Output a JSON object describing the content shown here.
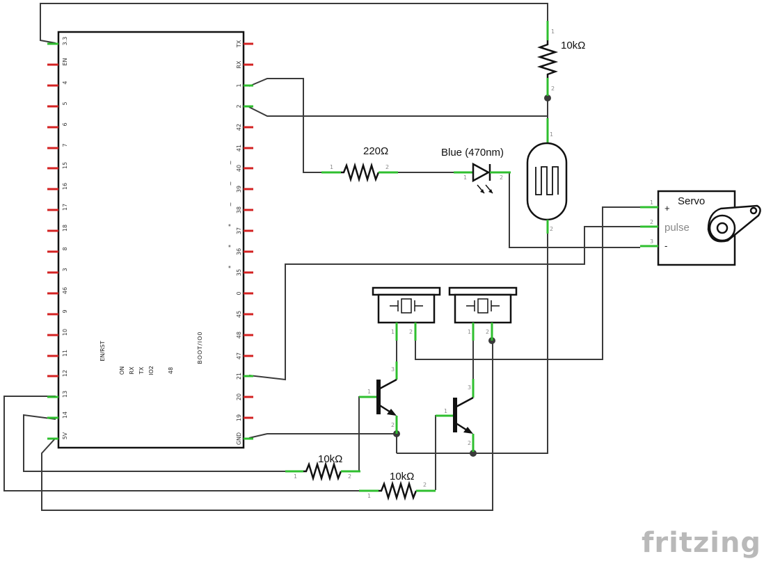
{
  "mcu": {
    "left_pins": [
      "3.3",
      "EN",
      "4",
      "5",
      "6",
      "7",
      "15",
      "16",
      "17",
      "18",
      "8",
      "3",
      "46",
      "9",
      "10",
      "11",
      "12",
      "13",
      "14",
      "5V"
    ],
    "right_pins": [
      "TX",
      "RX",
      "1",
      "2",
      "42",
      "41",
      "40",
      "39",
      "38",
      "37",
      "36",
      "35",
      "0",
      "45",
      "48",
      "47",
      "21",
      "20",
      "19",
      "GND"
    ],
    "right_marks": [
      "",
      "",
      "",
      "",
      "",
      "",
      "~",
      "~",
      "~",
      "*",
      "*",
      "*",
      "",
      "",
      "",
      "",
      "",
      "",
      "",
      ""
    ],
    "leds": [
      "EN/RST",
      "ON",
      "RX",
      "TX",
      "IO2",
      "48"
    ],
    "boot_label": "BOOT/IO0"
  },
  "resistor_top": {
    "value": "10kΩ",
    "pin1": "1",
    "pin2": "2"
  },
  "resistor_led": {
    "value": "220Ω",
    "pin1": "1",
    "pin2": "2"
  },
  "led": {
    "value": "Blue (470nm)",
    "pin1": "1",
    "pin2": "2"
  },
  "ldr": {
    "pin1": "1",
    "pin2": "2"
  },
  "servo": {
    "title": "Servo",
    "plus": "+",
    "pulse": "pulse",
    "minus": "-",
    "pin1": "1",
    "pin2": "2",
    "pin3": "3"
  },
  "buzzer1": {
    "pin1": "1",
    "pin2": "2"
  },
  "buzzer2": {
    "pin1": "1",
    "pin2": "2"
  },
  "transistor1": {
    "pin1": "1",
    "pin2": "2",
    "pin3": "3"
  },
  "transistor2": {
    "pin1": "1",
    "pin2": "2",
    "pin3": "3"
  },
  "resistor_b1": {
    "value": "10kΩ",
    "pin1": "1",
    "pin2": "2"
  },
  "resistor_b2": {
    "value": "10kΩ",
    "pin1": "1",
    "pin2": "2"
  },
  "logo": "fritzing",
  "colors": {
    "wire": "#3a3a3a",
    "pin_unconnected": "#d32222",
    "pin_connected": "#2fbf2f",
    "logo": "#b9b9b9"
  }
}
